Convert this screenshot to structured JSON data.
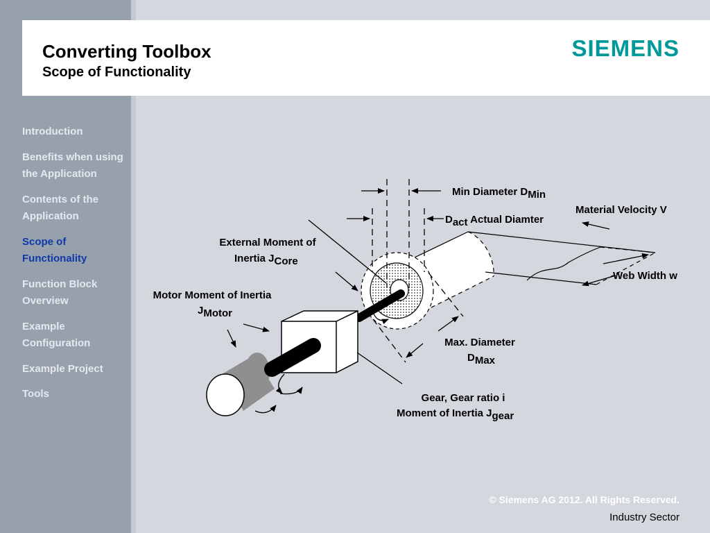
{
  "header": {
    "title": "Converting Toolbox",
    "subtitle": "Scope of Functionality",
    "logo_text": "SIEMENS",
    "logo_color": "#009999"
  },
  "nav": {
    "items": [
      {
        "label": "Introduction"
      },
      {
        "label": "Benefits when using the Application"
      },
      {
        "label": "Contents of the Application"
      },
      {
        "label": "Scope of Functionality",
        "active": true
      },
      {
        "label": "Function Block Overview"
      },
      {
        "label": "Example Configuration"
      },
      {
        "label": "Example Project"
      },
      {
        "label": "Tools"
      }
    ],
    "active_color": "#0f39a8"
  },
  "diagram": {
    "labels": {
      "min_diameter": {
        "text": "Min Diameter D",
        "sub": "Min"
      },
      "actual_diameter": {
        "prefix": "D",
        "sub": "act",
        "text": " Actual Diamter"
      },
      "material_velocity": {
        "text": "Material Velocity V"
      },
      "web_width": {
        "text": "Web Width w"
      },
      "external_moment": {
        "line1": "External Moment of",
        "line2": "Inertia J",
        "sub": "Core"
      },
      "motor_moment": {
        "line1": "Motor Moment of Inertia",
        "line2": "J",
        "sub": "Motor"
      },
      "max_diameter": {
        "line1": "Max. Diameter",
        "line2": "D",
        "sub": "Max"
      },
      "gear": {
        "line1": "Gear, Gear ratio i",
        "line2": "Moment of Inertia J",
        "sub": "gear"
      }
    }
  },
  "footer": {
    "copyright": "© Siemens AG 2012. All Rights Reserved.",
    "sector": "Industry Sector"
  }
}
